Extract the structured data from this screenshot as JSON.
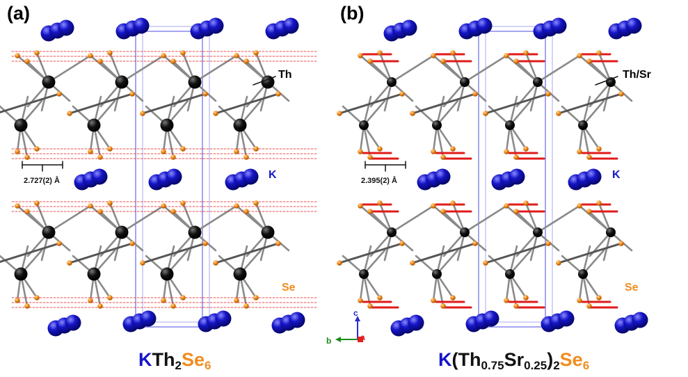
{
  "colors": {
    "K": "#1515c8",
    "Th": "#111111",
    "Se": "#f28c1e",
    "bond": "#8a8a8a",
    "cell": "#4a4ae0",
    "SeSe_contact": "#e01a1a",
    "axis_a": "#e02020",
    "axis_b": "#1a8a1a",
    "axis_c": "#2a2ad0"
  },
  "panels": [
    {
      "label": "(a)",
      "atom_labels": {
        "Th": "Th",
        "K": "K",
        "Se": "Se"
      },
      "distance": "2.727(2) Å",
      "formula": {
        "p1": "K",
        "p2": "Th",
        "s1": "2",
        "p3": "Se",
        "s2": "6"
      }
    },
    {
      "label": "(b)",
      "atom_labels": {
        "Th": "Th/Sr",
        "K": "K",
        "Se": "Se"
      },
      "distance": "2.395(2) Å",
      "formula": {
        "p1": "K",
        "p2": "(Th",
        "s1": "0.75",
        "p3": "Sr",
        "s2": "0.25",
        "p4": ")",
        "s3": "2",
        "p5": "Se",
        "s4": "6"
      }
    }
  ],
  "axes": {
    "a": "a",
    "b": "b",
    "c": "c"
  }
}
